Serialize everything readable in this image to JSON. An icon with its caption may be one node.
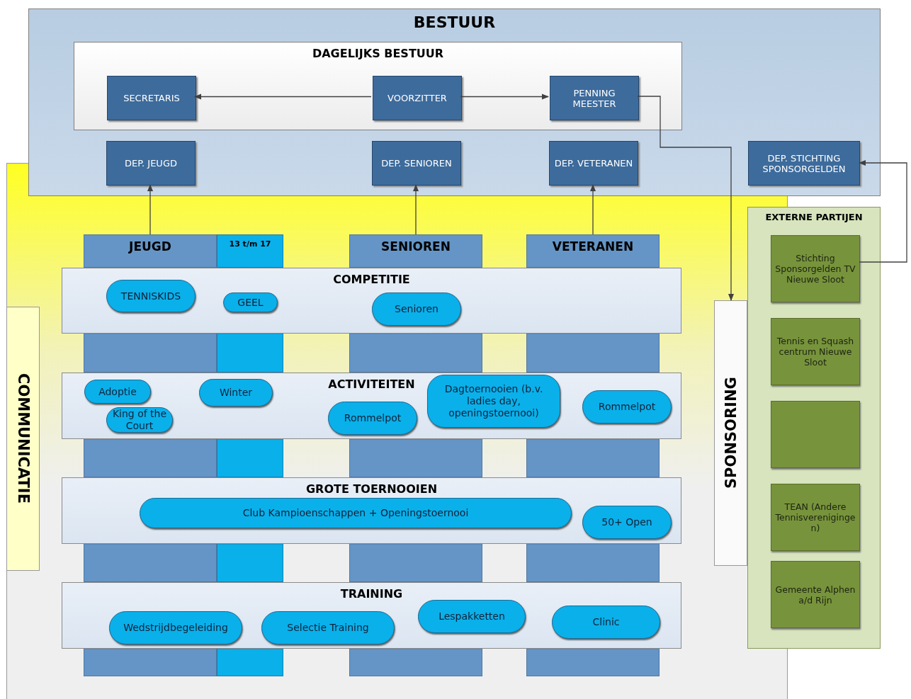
{
  "diagram": {
    "nodes": [
      {
        "text": [
          "BESTUUR"
        ]
      },
      {
        "text": [
          "DAGELIJKS BESTUUR"
        ],
        "in": 0
      },
      {
        "text": [
          "SECRETARIS"
        ],
        "in": 1
      },
      {
        "text": [
          "VOORZITTER"
        ],
        "in": 1
      },
      {
        "text": [
          "PENNING MEESTER"
        ],
        "in": 1
      },
      {
        "text": [
          "DEP. JEUGD"
        ],
        "in": 0
      },
      {
        "text": [
          "DEP. SENIOREN"
        ],
        "in": 0
      },
      {
        "text": [
          "DEP. VETERANEN"
        ],
        "in": 0
      },
      {
        "text": [
          "DEP. STICHTING SPONSORGELDEN"
        ],
        "in": 0
      },
      {
        "text": [
          "EXTERNE PARTIJEN"
        ]
      },
      {
        "text": [
          "Stichting Sponsorgelden TV Nieuwe Sloot"
        ],
        "in": 9
      },
      {
        "text": [
          "Tennis en Squash centrum Nieuwe Sloot"
        ],
        "in": 9
      },
      {
        "text": [],
        "shape": "box",
        "in": 9
      },
      {
        "text": [
          "TEAN (Andere Tennisverenigingen)"
        ],
        "in": 9
      },
      {
        "text": [
          "Gemeente Alphen a/d Rijn"
        ],
        "in": 9
      },
      {
        "text": [
          "JEUGD"
        ]
      },
      {
        "text": [
          "13 t/m 17"
        ]
      },
      {
        "text": [
          "SENIOREN"
        ]
      },
      {
        "text": [
          "VETERANEN"
        ]
      },
      {
        "text": [
          "COMPETITIE"
        ]
      },
      {
        "text": [
          "TENNISKIDS"
        ],
        "in": 19
      },
      {
        "text": [
          "GEEL"
        ],
        "in": 19
      },
      {
        "text": [
          "Senioren"
        ],
        "in": 19
      },
      {
        "text": [
          "ACTIVITEITEN"
        ]
      },
      {
        "text": [
          "Adoptie"
        ],
        "in": 23
      },
      {
        "text": [
          "King of the Court"
        ],
        "in": 23
      },
      {
        "text": [
          "Winter"
        ],
        "in": 23
      },
      {
        "text": [
          "Rommelpot"
        ],
        "in": 23
      },
      {
        "text": [
          "Dagtoernooien (b.v. ladies day, openingstoernooi)"
        ],
        "in": 23
      },
      {
        "text": [
          "Rommelpot"
        ],
        "in": 23
      },
      {
        "text": [
          "GROTE TOERNOOIEN"
        ]
      },
      {
        "text": [
          "Club Kampioenschappen + Openingstoernooi"
        ],
        "in": 30
      },
      {
        "text": [
          "50+ Open"
        ],
        "in": 30
      },
      {
        "text": [
          "TRAINING"
        ]
      },
      {
        "text": [
          "Wedstrijdbegeleiding"
        ],
        "in": 33
      },
      {
        "text": [
          "Selectie Training"
        ],
        "in": 33
      },
      {
        "text": [
          "Lespakketten"
        ],
        "in": 33
      },
      {
        "text": [
          "Clinic"
        ],
        "in": 33
      },
      {
        "text": [
          "COMMUNICATIE"
        ]
      },
      {
        "text": [
          "SPONSORING"
        ]
      }
    ],
    "edges": [
      {
        "from": 3,
        "to": 2,
        "arrow": "to"
      },
      {
        "from": 3,
        "to": 4,
        "arrow": "to"
      },
      {
        "from": 4,
        "to": 39,
        "arrow": "to"
      },
      {
        "from": 10,
        "to": 8,
        "arrow": "to"
      },
      {
        "from": 15,
        "to": 5,
        "arrow": "to"
      },
      {
        "from": 17,
        "to": 6,
        "arrow": "to"
      },
      {
        "from": 18,
        "to": 7,
        "arrow": "to"
      }
    ]
  }
}
